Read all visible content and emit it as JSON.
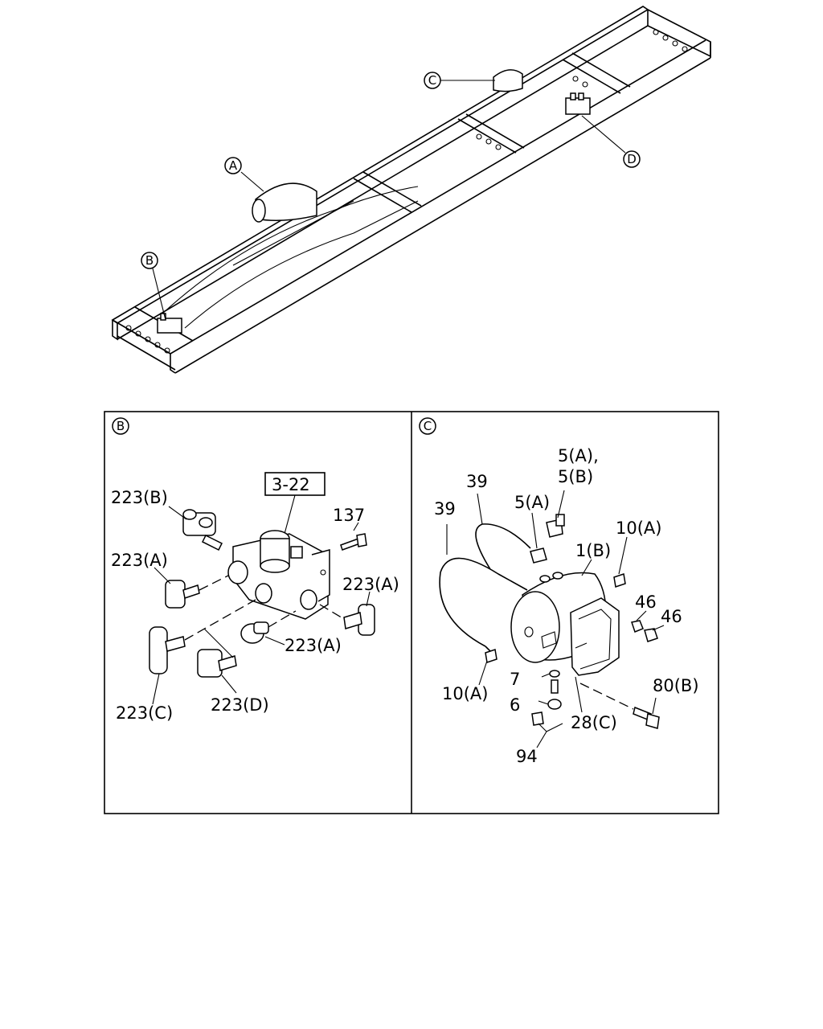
{
  "overview": {
    "callouts": [
      "A",
      "B",
      "C",
      "D"
    ]
  },
  "panel_b": {
    "tag": "B",
    "ref_box": "3-22",
    "labels": [
      "223(B)",
      "223(A)",
      "137",
      "223(A)",
      "223(A)",
      "223(C)",
      "223(D)"
    ]
  },
  "panel_c": {
    "tag": "C",
    "labels": [
      "39",
      "39",
      "5(A)",
      "5(A),",
      "5(B)",
      "10(A)",
      "1(B)",
      "46",
      "46",
      "7",
      "6",
      "10(A)",
      "28(C)",
      "80(B)",
      "94"
    ]
  }
}
